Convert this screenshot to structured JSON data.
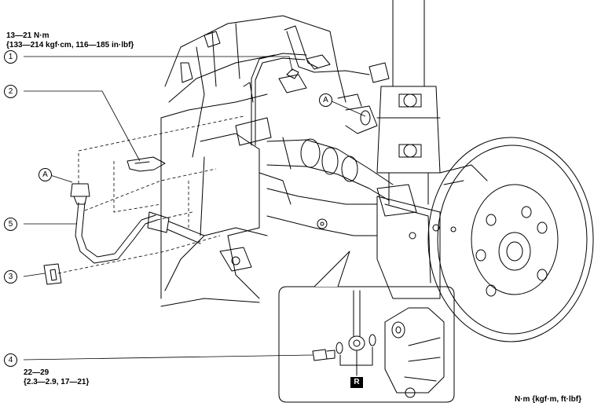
{
  "torque_top": {
    "value": "13—21 N·m",
    "alt": "{133—214 kgf·cm, 116—185 in·lbf}"
  },
  "torque_bottom": {
    "value": "22—29",
    "alt": "{2.3—2.9, 17—21}"
  },
  "callouts": [
    "1",
    "2",
    "3",
    "4",
    "5"
  ],
  "ref_marks": [
    "A",
    "A"
  ],
  "replace_badge": "R",
  "units_note": "N·m {kgf·m, ft·lbf}"
}
